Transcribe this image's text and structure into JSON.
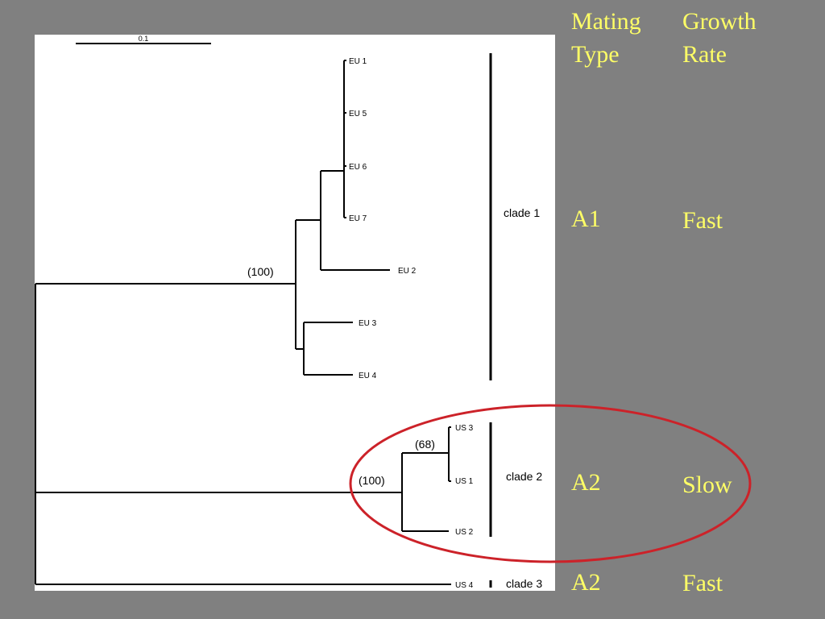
{
  "colors": {
    "background": "#808080",
    "panel": "#ffffff",
    "tree_lines": "#000000",
    "table_text": "#ffff66",
    "highlight_ellipse": "#cc2229"
  },
  "scale_bar": {
    "label": "0.1"
  },
  "taxa": [
    "EU 1",
    "EU 5",
    "EU 6",
    "EU 7",
    "EU 2",
    "EU 3",
    "EU 4",
    "US 3",
    "US 1",
    "US 2",
    "US 4"
  ],
  "bootstrap": [
    "(100)",
    "(68)",
    "(100)"
  ],
  "clades": [
    "clade 1",
    "clade 2",
    "clade 3"
  ],
  "table": {
    "headers": [
      "Mating\nType",
      "Growth\nRate"
    ],
    "rows": [
      {
        "mating_type": "A1",
        "growth_rate": "Fast"
      },
      {
        "mating_type": "A2",
        "growth_rate": "Slow"
      },
      {
        "mating_type": "A2",
        "growth_rate": "Fast"
      }
    ]
  }
}
